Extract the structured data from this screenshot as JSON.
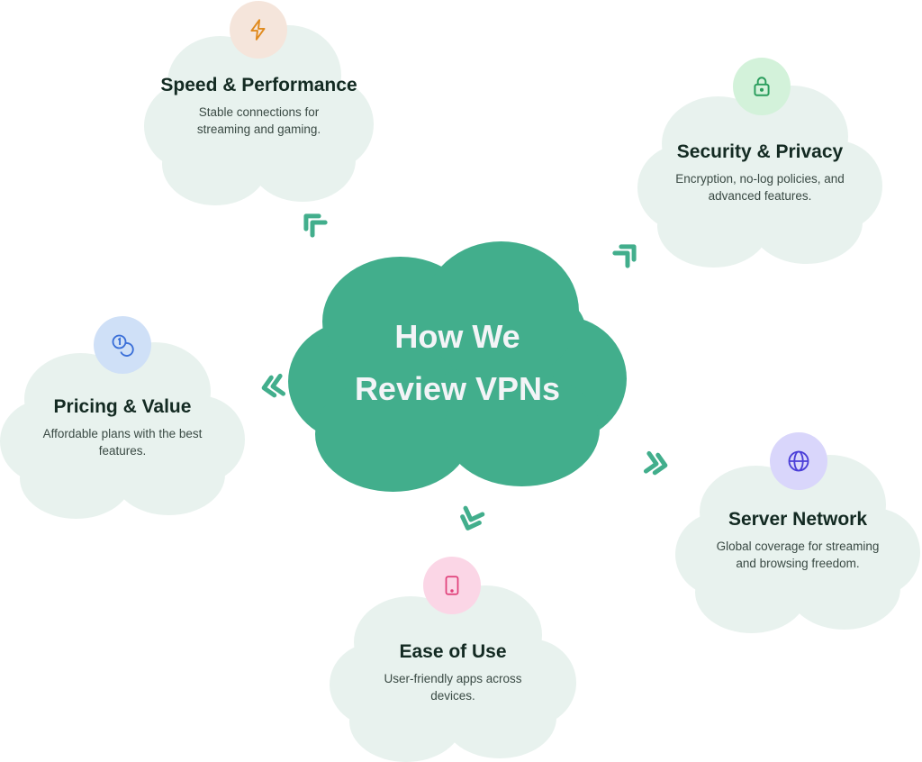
{
  "center": {
    "line1": "How We",
    "line2": "Review VPNs"
  },
  "topics": [
    {
      "title": "Speed & Performance",
      "desc1": "Stable connections for",
      "desc2": "streaming and gaming.",
      "icon": "lightning-icon",
      "color": "#e08a1e",
      "bg": "#f5e5db"
    },
    {
      "title": "Security & Privacy",
      "desc1": "Encryption, no-log policies, and",
      "desc2": "advanced features.",
      "icon": "lock-icon",
      "color": "#2a9d5c",
      "bg": "#d3f2da"
    },
    {
      "title": "Pricing & Value",
      "desc1": "Affordable plans with the best",
      "desc2": "features.",
      "icon": "coins-icon",
      "color": "#3a6fd8",
      "bg": "#cfe0f7"
    },
    {
      "title": "Server Network",
      "desc1": "Global coverage for streaming",
      "desc2": "and browsing freedom.",
      "icon": "globe-icon",
      "color": "#4b3fd8",
      "bg": "#d9d6fb"
    },
    {
      "title": "Ease of Use",
      "desc1": "User-friendly apps across",
      "desc2": "devices.",
      "icon": "tablet-icon",
      "color": "#e0407a",
      "bg": "#fbd6e6"
    }
  ],
  "colors": {
    "accent": "#42ae8c",
    "cloud": "#e8f2ee"
  }
}
